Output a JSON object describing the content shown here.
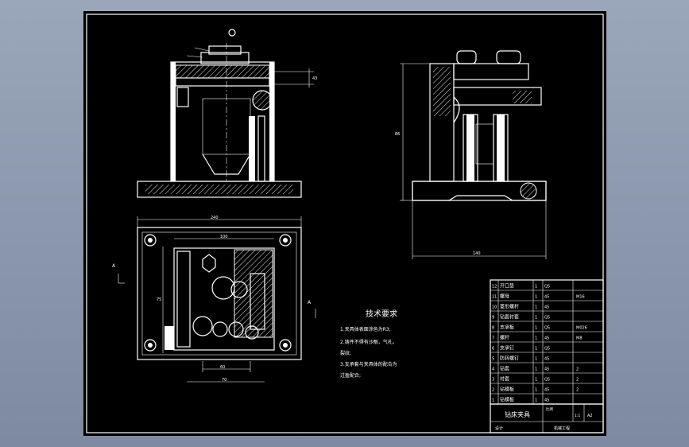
{
  "notes": {
    "title": "技术要求",
    "lines": [
      "1.夹具体表面涂色为R3;",
      "2.铸件不得有沙眼，气孔，",
      "裂纹;",
      "3.支承套与夹具体的配合为",
      "过盈配合;"
    ]
  },
  "parts": [
    {
      "no": "12",
      "name": "开口垫",
      "qty": "1",
      "material": "Q5",
      "note": ""
    },
    {
      "no": "11",
      "name": "螺母",
      "qty": "1",
      "material": "45",
      "note": "M16"
    },
    {
      "no": "10",
      "name": "菱形螺杆",
      "qty": "1",
      "material": "45",
      "note": ""
    },
    {
      "no": "9",
      "name": "钻套衬套",
      "qty": "1",
      "material": "Q5",
      "note": ""
    },
    {
      "no": "8",
      "name": "支承板",
      "qty": "1",
      "material": "Q5",
      "note": "M026"
    },
    {
      "no": "7",
      "name": "螺杆",
      "qty": "1",
      "material": "45",
      "note": "M8"
    },
    {
      "no": "6",
      "name": "支承钉",
      "qty": "1",
      "material": "Q5",
      "note": ""
    },
    {
      "no": "5",
      "name": "防转螺钉",
      "qty": "1",
      "material": "45",
      "note": ""
    },
    {
      "no": "4",
      "name": "钻套",
      "qty": "1",
      "material": "45",
      "note": "2"
    },
    {
      "no": "3",
      "name": "衬套",
      "qty": "1",
      "material": "Q5",
      "note": "2"
    },
    {
      "no": "2",
      "name": "钻模板",
      "qty": "1",
      "material": "45",
      "note": "2"
    },
    {
      "no": "1",
      "name": "钻模板",
      "qty": "1",
      "material": "45",
      "note": ""
    }
  ],
  "title_block": {
    "drawing_name": "钻床夹具",
    "scale_label": "比例",
    "scale": "1:1",
    "sheet": "A2",
    "drawn": "设计",
    "org": "机械工程"
  },
  "dims": {
    "h_front": "43",
    "w_plan": "240",
    "w_inner": "100",
    "w_bottom": "60",
    "w_base": "70",
    "h_side": "86",
    "w_side": "140",
    "section_a": "A",
    "left_h": "75"
  }
}
